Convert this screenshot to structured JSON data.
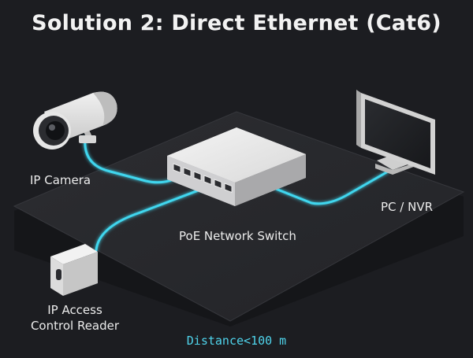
{
  "title": "Solution 2: Direct Ethernet (Cat6)",
  "devices": {
    "camera": {
      "label": "IP Camera",
      "icon": "ip-camera-icon"
    },
    "switch": {
      "label": "PoE Network Switch",
      "icon": "poe-switch-icon"
    },
    "pc": {
      "label": "PC / NVR",
      "icon": "monitor-icon"
    },
    "reader": {
      "label_line1": "IP Access",
      "label_line2": "Control Reader",
      "icon": "access-reader-icon"
    }
  },
  "cable_color": "#3fd6ee",
  "distance": "Distance<100 m"
}
